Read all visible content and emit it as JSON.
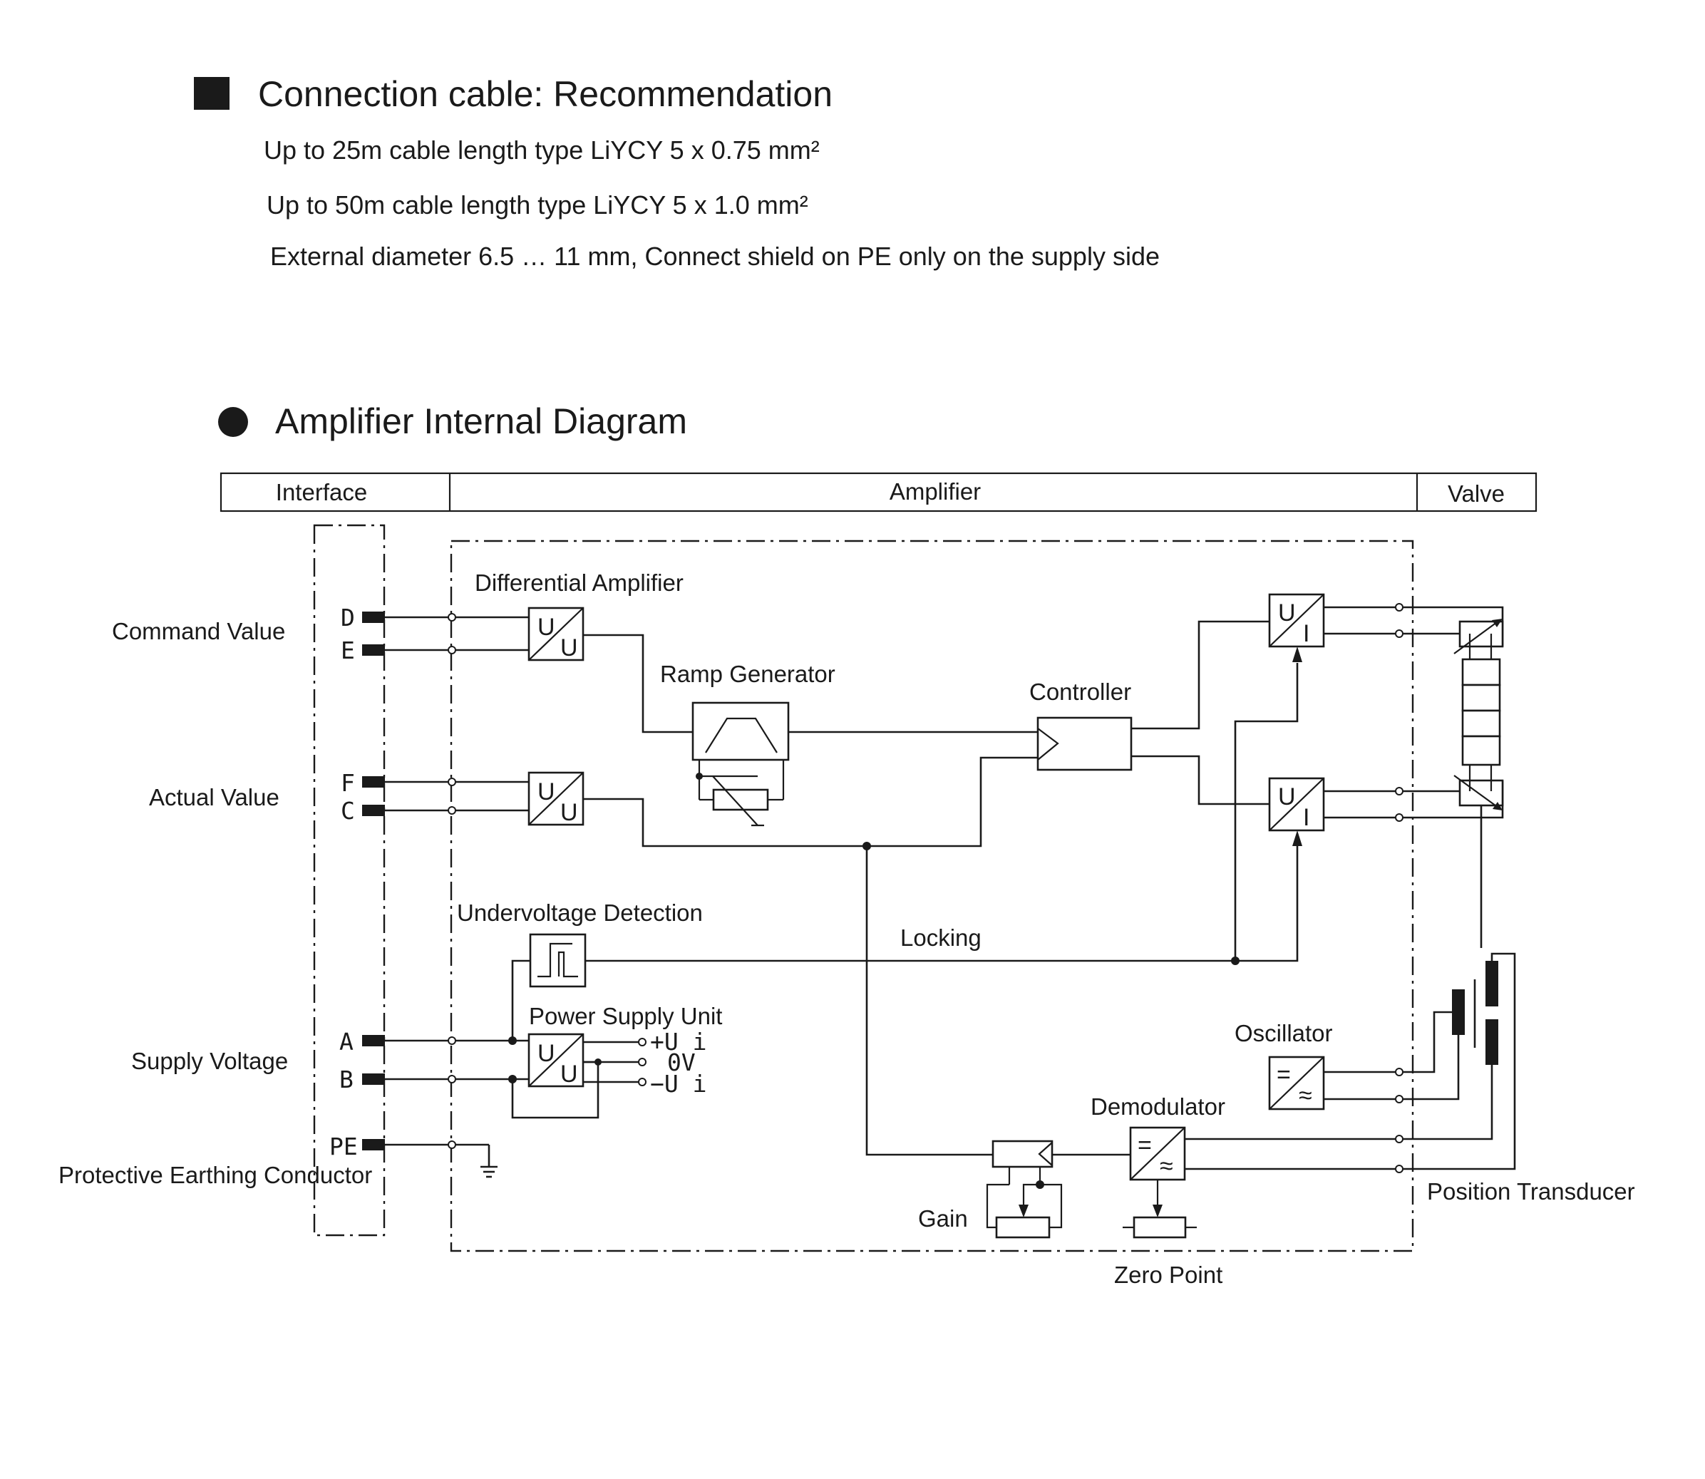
{
  "cable": {
    "title": "Connection cable: Recommendation",
    "lines": [
      "Up to 25m cable length type LiYCY 5 x 0.75 mm²",
      "Up to 50m cable length type LiYCY 5 x 1.0 mm²",
      "External diameter 6.5 … 11 mm, Connect shield on PE only on the supply side"
    ]
  },
  "diagram": {
    "title": "Amplifier Internal Diagram",
    "header": {
      "interface": "Interface",
      "amplifier": "Amplifier",
      "valve": "Valve"
    },
    "signals": {
      "command_value": "Command Value",
      "actual_value": "Actual Value",
      "supply_voltage": "Supply Voltage",
      "protective_earth": "Protective Earthing Conductor"
    },
    "pins": {
      "d": "D",
      "e": "E",
      "f": "F",
      "c": "C",
      "a": "A",
      "b": "B",
      "pe": "PE"
    },
    "blocks": {
      "differential_amplifier": "Differential Amplifier",
      "ramp_generator": "Ramp Generator",
      "controller": "Controller",
      "undervoltage_detection": "Undervoltage Detection",
      "locking": "Locking",
      "power_supply_unit": "Power Supply Unit",
      "oscillator": "Oscillator",
      "demodulator": "Demodulator",
      "gain": "Gain",
      "zero_point": "Zero Point",
      "position_transducer": "Position Transducer"
    },
    "psu_outputs": {
      "plus": "+U i",
      "zero": "0V",
      "minus": "−U i"
    },
    "converter_glyphs": {
      "u": "U",
      "i": "I",
      "dc": "=",
      "ac": "≈"
    }
  }
}
